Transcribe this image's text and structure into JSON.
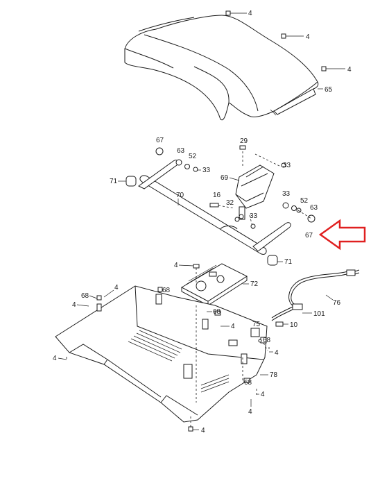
{
  "labels": {
    "l4a": "4",
    "l4b": "4",
    "l4c": "4",
    "l65": "65",
    "l67a": "67",
    "l63a": "63",
    "l52a": "52",
    "l33a": "33",
    "l29": "29",
    "l33b": "33",
    "l69": "69",
    "l71a": "71",
    "l70": "70",
    "l16": "16",
    "l33c": "33",
    "l32": "32",
    "l33d": "33",
    "l52b": "52",
    "l63b": "63",
    "l67b": "67",
    "l71b": "71",
    "l4d": "4",
    "l72": "72",
    "l68a": "68",
    "l4e": "4",
    "l4f": "4",
    "l76": "76",
    "l68b": "68",
    "l4g": "4",
    "l101": "101",
    "l75": "75",
    "l10": "10",
    "l68c": "68",
    "l4h": "4",
    "l4i": "4",
    "l68d": "68",
    "l78": "78",
    "l4j": "4",
    "l4k": "4",
    "l4l": "4"
  },
  "colors": {
    "line": "#1a1a1a",
    "highlight_arrow": "#e02020",
    "background": "#ffffff"
  },
  "icons": {
    "callout_arrow": "arrow-left-outline"
  }
}
